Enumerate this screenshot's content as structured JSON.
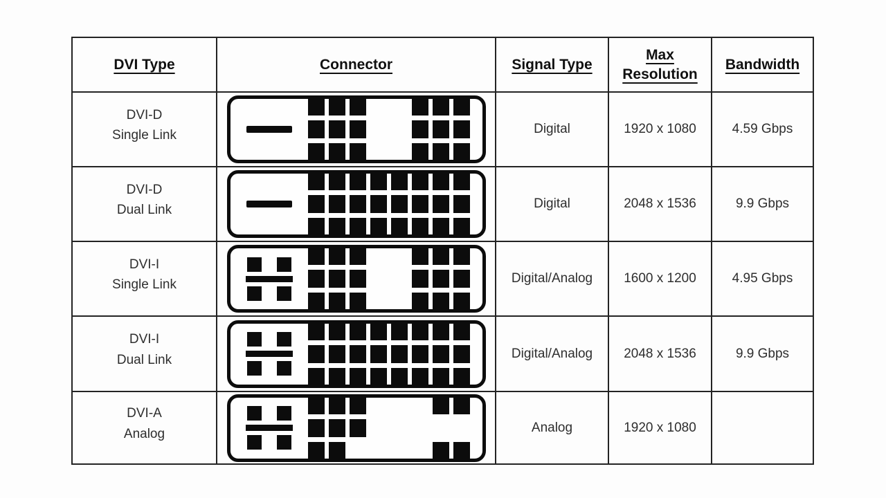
{
  "colors": {
    "bg": "#fdfdfd",
    "border": "#232323",
    "text": "#2e2e2e",
    "heading": "#101010",
    "pin": "#0c0c0c"
  },
  "table": {
    "headers": [
      {
        "label": "DVI Type"
      },
      {
        "label": "Connector"
      },
      {
        "label": "Signal Type"
      },
      {
        "label": "Max",
        "label2": "Resolution"
      },
      {
        "label": "Bandwidth"
      }
    ],
    "rows": [
      {
        "type_line1": "DVI-D",
        "type_line2": "Single Link",
        "signal": "Digital",
        "resolution": "1920 x 1080",
        "bandwidth": "4.59 Gbps",
        "connector": {
          "left": "blade",
          "pins": [
            [
              1,
              1,
              1,
              0,
              0,
              1,
              1,
              1
            ],
            [
              1,
              1,
              1,
              0,
              0,
              1,
              1,
              1
            ],
            [
              1,
              1,
              1,
              0,
              0,
              1,
              1,
              1
            ]
          ]
        }
      },
      {
        "type_line1": "DVI-D",
        "type_line2": "Dual Link",
        "signal": "Digital",
        "resolution": "2048 x 1536",
        "bandwidth": "9.9 Gbps",
        "connector": {
          "left": "blade",
          "pins": [
            [
              1,
              1,
              1,
              1,
              1,
              1,
              1,
              1
            ],
            [
              1,
              1,
              1,
              1,
              1,
              1,
              1,
              1
            ],
            [
              1,
              1,
              1,
              1,
              1,
              1,
              1,
              1
            ]
          ]
        }
      },
      {
        "type_line1": "DVI-I",
        "type_line2": "Single Link",
        "signal": "Digital/Analog",
        "resolution": "1600 x 1200",
        "bandwidth": "4.95 Gbps",
        "connector": {
          "left": "analog",
          "pins": [
            [
              1,
              1,
              1,
              0,
              0,
              1,
              1,
              1
            ],
            [
              1,
              1,
              1,
              0,
              0,
              1,
              1,
              1
            ],
            [
              1,
              1,
              1,
              0,
              0,
              1,
              1,
              1
            ]
          ]
        }
      },
      {
        "type_line1": "DVI-I",
        "type_line2": "Dual Link",
        "signal": "Digital/Analog",
        "resolution": "2048 x 1536",
        "bandwidth": "9.9 Gbps",
        "connector": {
          "left": "analog",
          "pins": [
            [
              1,
              1,
              1,
              1,
              1,
              1,
              1,
              1
            ],
            [
              1,
              1,
              1,
              1,
              1,
              1,
              1,
              1
            ],
            [
              1,
              1,
              1,
              1,
              1,
              1,
              1,
              1
            ]
          ]
        }
      },
      {
        "type_line1": "DVI-A",
        "type_line2": "Analog",
        "signal": "Analog",
        "resolution": "1920 x 1080",
        "bandwidth": "",
        "connector": {
          "left": "analog",
          "pins": [
            [
              1,
              1,
              1,
              0,
              0,
              0,
              1,
              1
            ],
            [
              1,
              1,
              1,
              0,
              0,
              0,
              0,
              0
            ],
            [
              1,
              1,
              0,
              0,
              0,
              0,
              1,
              1
            ]
          ]
        }
      }
    ]
  }
}
